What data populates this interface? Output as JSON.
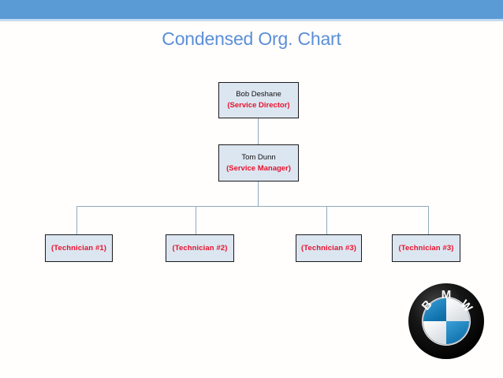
{
  "slide": {
    "title": "Condensed Org. Chart",
    "banner_color": "#5b9bd5",
    "title_color": "#5b8ed6",
    "background_color": "#fffefd"
  },
  "org_chart": {
    "box_fill": "#dce6f1",
    "box_border": "#1a1a1a",
    "connector_color": "#8faabd",
    "role_color": "#e8112d",
    "name_color": "#111111",
    "levels": [
      {
        "level": 1,
        "nodes": [
          {
            "name": "Bob Deshane",
            "role": "(Service Director)"
          }
        ]
      },
      {
        "level": 2,
        "nodes": [
          {
            "name": "Tom Dunn",
            "role": "(Service Manager)"
          }
        ]
      },
      {
        "level": 3,
        "nodes": [
          {
            "name": "",
            "role": "(Technician #1)"
          },
          {
            "name": "",
            "role": "(Technician #2)"
          },
          {
            "name": "",
            "role": "(Technician #3)"
          },
          {
            "name": "",
            "role": "(Technician #3)"
          }
        ]
      }
    ]
  },
  "logo": {
    "name": "bmw-logo",
    "letters": [
      "B",
      "M",
      "W"
    ],
    "ring_color": "#0a0a0a",
    "quadrant_blue": "#1a86c8",
    "quadrant_white": "#ffffff"
  }
}
